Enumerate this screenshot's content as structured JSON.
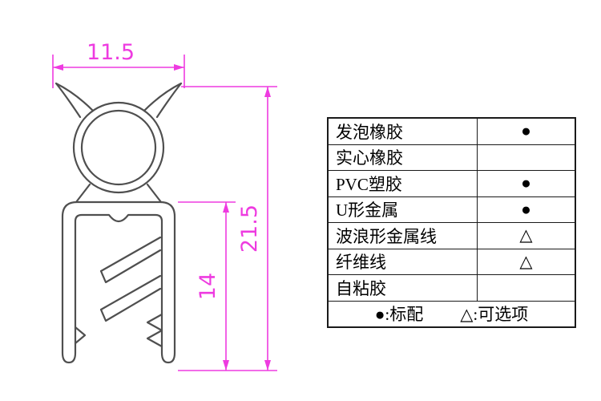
{
  "colors": {
    "dim": "#ee3be0",
    "profile": "#4f4f4f",
    "table_border": "#1a1a1a",
    "text": "#000000",
    "background": "#ffffff"
  },
  "drawing": {
    "width_label": "11.5",
    "height_label": "21.5",
    "inner_height_label": "14"
  },
  "table": {
    "rows": [
      {
        "label": "发泡橡胶",
        "symbol": "●"
      },
      {
        "label": "实心橡胶",
        "symbol": ""
      },
      {
        "label": "PVC塑胶",
        "symbol": "●"
      },
      {
        "label": "U形金属",
        "symbol": "●"
      },
      {
        "label": "波浪形金属线",
        "symbol": "△"
      },
      {
        "label": "纤维线",
        "symbol": "△"
      },
      {
        "label": "自粘胶",
        "symbol": ""
      }
    ],
    "legend_standard": "●:标配",
    "legend_optional": "△:可选项"
  }
}
